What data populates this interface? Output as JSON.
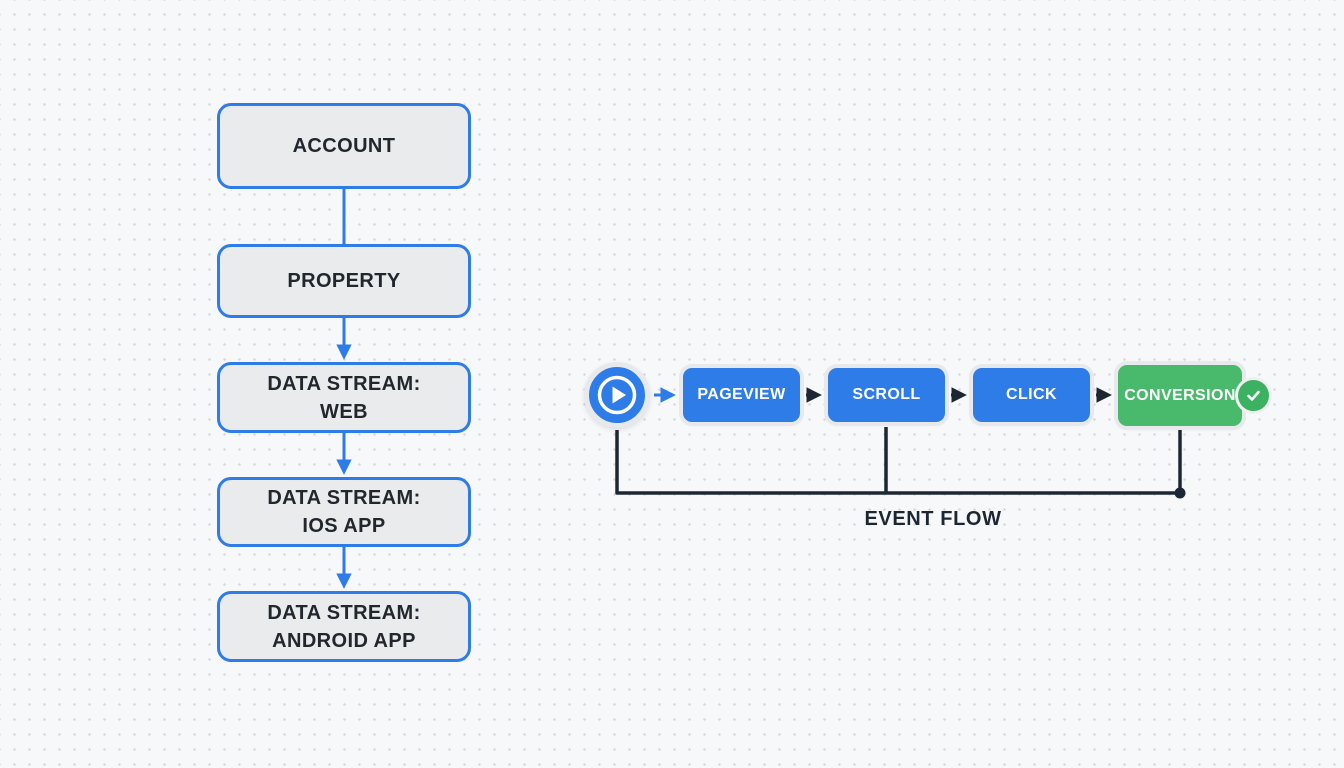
{
  "diagram": {
    "title": "analytics-structure-and-event-flow",
    "colors": {
      "blue": "#2e7ce8",
      "green": "#49b96c",
      "badge_green": "#3bb161",
      "dark_line": "#1d2734",
      "node_fill": "#e9ebed",
      "node_text": "#22272e",
      "background": "#f7f8f9",
      "dot_grid": "#d7dadd",
      "halo": "#e7e9ed"
    },
    "hierarchy": {
      "boxes": [
        {
          "label": "ACCOUNT"
        },
        {
          "label": "PROPERTY"
        },
        {
          "label": "DATA STREAM:\nWEB"
        },
        {
          "label": "DATA STREAM:\nIOS APP"
        },
        {
          "label": "DATA STREAM:\nANDROID APP"
        }
      ]
    },
    "event_flow": {
      "play_icon": "play-icon",
      "steps": [
        {
          "label": "PAGEVIEW",
          "variant": "blue"
        },
        {
          "label": "SCROLL",
          "variant": "blue"
        },
        {
          "label": "CLICK",
          "variant": "blue"
        },
        {
          "label": "CONVERSION",
          "variant": "green",
          "badge_icon": "check-icon"
        }
      ],
      "caption": "EVENT FLOW"
    }
  }
}
